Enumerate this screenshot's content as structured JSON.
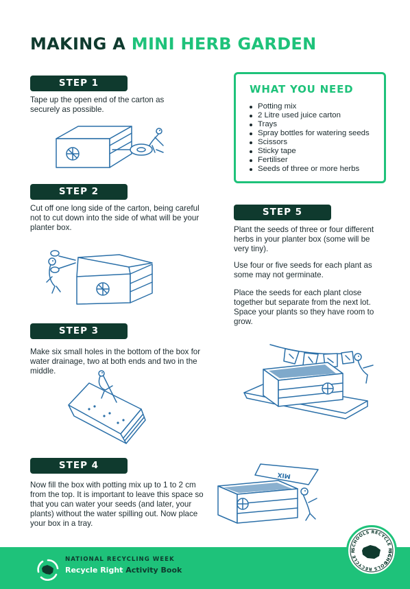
{
  "title": {
    "main": "MAKING A",
    "accent": "MINI HERB GARDEN"
  },
  "what_you_need": {
    "heading": "WHAT YOU NEED",
    "items": [
      "Potting mix",
      "2 Litre used juice carton",
      "Trays",
      "Spray bottles for watering seeds",
      "Scissors",
      "Sticky tape",
      "Fertiliser",
      "Seeds of three or more herbs"
    ]
  },
  "steps": [
    {
      "label": "STEP 1",
      "paragraphs": [
        "Tape up the open end of the carton as securely as possible."
      ]
    },
    {
      "label": "STEP 2",
      "paragraphs": [
        "Cut off one long side of the carton, being careful not to cut down into the side of what will be your planter box."
      ]
    },
    {
      "label": "STEP 3",
      "paragraphs": [
        "Make six small holes in the bottom of the box for water drainage, two at both ends and two in the middle."
      ]
    },
    {
      "label": "STEP 4",
      "paragraphs": [
        "Now fill the box with potting mix up to 1 to 2 cm from the top. It is important to leave this space so that you can water your seeds (and later, your plants) without the water spilling out. Now place your box in a tray."
      ]
    },
    {
      "label": "STEP 5",
      "paragraphs": [
        "Plant the seeds of three or four different herbs in your planter box (some will be very tiny).",
        "Use four or five seeds for each plant as some may not germinate.",
        "Place the seeds for each plant close together but separate from the next lot. Space your plants so they have room to grow."
      ]
    }
  ],
  "illustration_labels": {
    "potting_mix_bag": "MIX"
  },
  "footer": {
    "line1": "NATIONAL RECYCLING WEEK",
    "line2_main": "Recycle Right",
    "line2_accent": "Activity Book"
  },
  "badge": {
    "text": "SCHOOLS RECYCLE RIGHT"
  },
  "colors": {
    "dark_green": "#0f3a2e",
    "accent_green": "#1ec27a",
    "line_blue": "#2a6fa8"
  }
}
